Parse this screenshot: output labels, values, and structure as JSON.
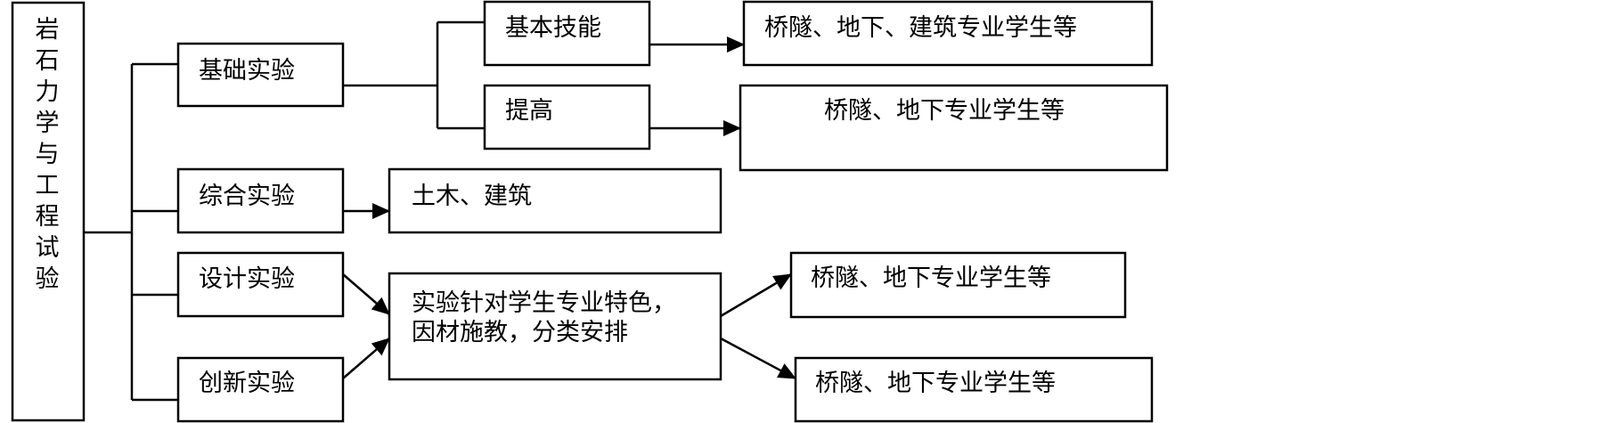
{
  "root": {
    "label": "岩石力学与工程试验"
  },
  "categories": [
    {
      "label": "基础实验"
    },
    {
      "label": "综合实验"
    },
    {
      "label": "设计实验"
    },
    {
      "label": "创新实验"
    }
  ],
  "basic_sub": [
    {
      "label": "基本技能",
      "target": "桥隧、地下、建筑专业学生等"
    },
    {
      "label": "提高",
      "target": "桥隧、地下专业学生等"
    }
  ],
  "comprehensive_target": "土木、建筑",
  "center": {
    "line1": "实验针对学生专业特色，",
    "line2": "因材施教，分类安排"
  },
  "center_targets": [
    "桥隧、地下专业学生等",
    "桥隧、地下专业学生等"
  ],
  "colors": {
    "stroke": "#000000",
    "background": "#ffffff"
  }
}
